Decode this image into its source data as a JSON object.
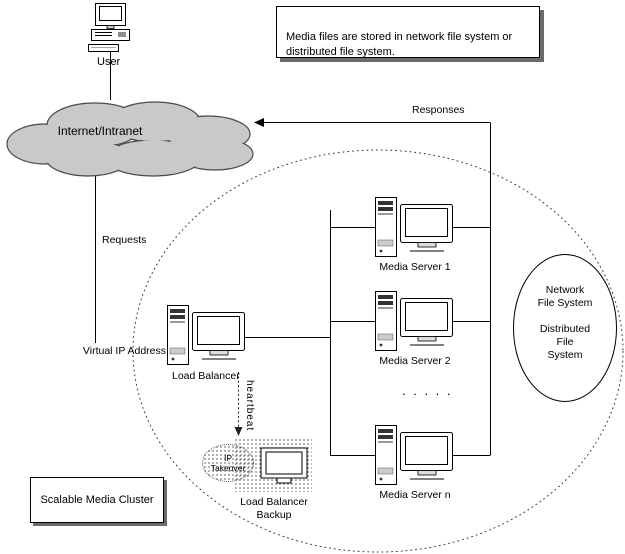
{
  "user": {
    "label": "User"
  },
  "cloud": {
    "label": "Internet/Intranet"
  },
  "note": {
    "text": "Media files are stored in network file system or\ndistributed file system."
  },
  "flows": {
    "requests": "Requests",
    "responses": "Responses",
    "heartbeat": "heartbeat",
    "virtual_ip": "Virtual IP Address"
  },
  "load_balancer": {
    "label": "Load Balancer"
  },
  "ip_takeover": {
    "label": "IP\nTakeover"
  },
  "lb_backup": {
    "label": "Load Balancer\nBackup"
  },
  "servers": [
    {
      "label": "Media Server 1"
    },
    {
      "label": "Media Server 2"
    },
    {
      "label": "Media Server n"
    }
  ],
  "ellipsis": ". . . . .",
  "storage": {
    "label": "Network\nFile System\n\nDistributed\nFile\nSystem"
  },
  "cluster": {
    "label": "Scalable Media Cluster"
  },
  "colors": {
    "cloud_fill": "#c9c9c9",
    "cloud_stroke": "#4a4a4a",
    "line": "#000000",
    "shadow": "#6b6b6b"
  }
}
